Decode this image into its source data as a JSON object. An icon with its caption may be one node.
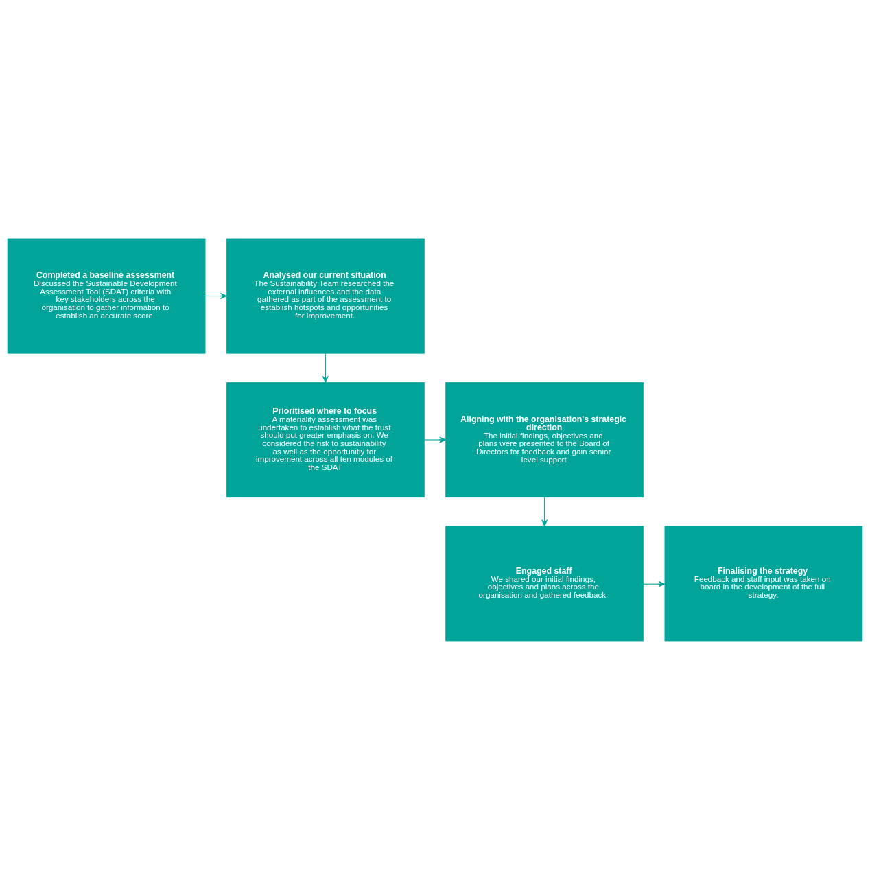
{
  "diagram": {
    "nodes": [
      {
        "text": [
          "Completed a baseline assessment",
          "Discussed the Sustainable Development Assessment Tool (SDAT) criteria with key stakeholders across the organisation to gather information to establish an accurate score."
        ]
      },
      {
        "text": [
          "Analysed our current situation",
          "The Sustainability Team researched the external influences and the data gathered as part of the assessment to establish hotspots and opportunities for improvement."
        ]
      },
      {
        "text": [
          "Prioritised where to focus",
          "A materiality assessment was undertaken to establish what the trust should put greater emphasis on. We considered the risk to sustainability as well as the opportunitiy for improvement across all ten modules of the SDAT"
        ]
      },
      {
        "text": [
          "Aligning with the organisation's strategic direction",
          "The initial findings, objectives and plans were presented to the Board of Directors for feedback and gain senior level support"
        ]
      },
      {
        "text": [
          "Engaged staff",
          "We shared our initial findings, objectives and plans across the organisation and gathered feedback."
        ]
      },
      {
        "text": [
          "Finalising the strategy",
          "Feedback and staff input was taken on board in the development of the full strategy."
        ]
      }
    ],
    "edges": [
      {
        "from": 0,
        "to": 1,
        "arrow": "to"
      },
      {
        "from": 1,
        "to": 2,
        "arrow": "to"
      },
      {
        "from": 2,
        "to": 3,
        "arrow": "to"
      },
      {
        "from": 3,
        "to": 4,
        "arrow": "to"
      },
      {
        "from": 4,
        "to": 5,
        "arrow": "to"
      }
    ]
  }
}
